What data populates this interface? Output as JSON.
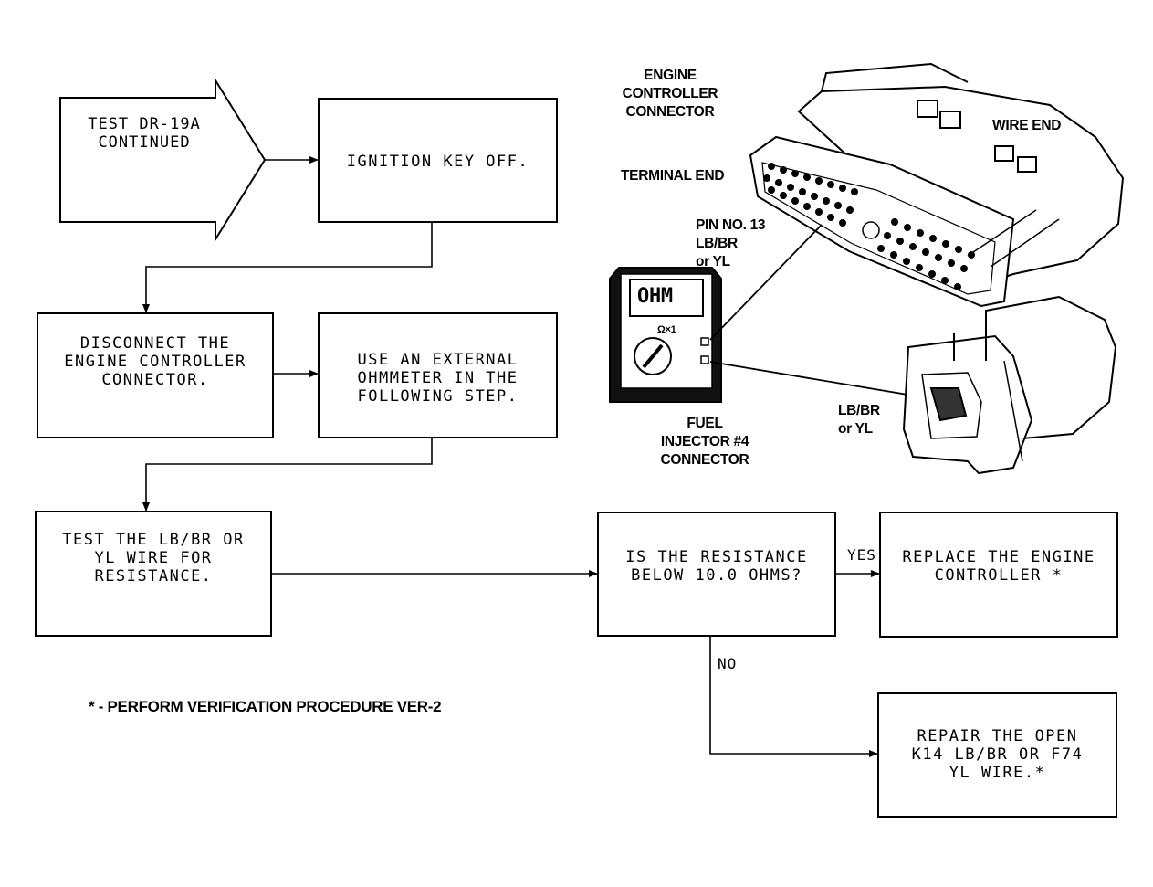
{
  "flow": {
    "start": "TEST DR-19A\nCONTINUED",
    "ignition": "IGNITION KEY OFF.",
    "disconnect": "DISCONNECT THE\nENGINE CONTROLLER\nCONNECTOR.",
    "use_ohmmeter": "USE AN EXTERNAL\nOHMMETER IN THE\nFOLLOWING STEP.",
    "test_wire": "TEST THE LB/BR OR\nYL WIRE FOR\nRESISTANCE.",
    "question": "IS THE RESISTANCE\nBELOW 10.0 OHMS?",
    "replace": "REPLACE THE ENGINE\nCONTROLLER *",
    "repair": "REPAIR THE OPEN\nK14 LB/BR OR F74\nYL WIRE.*",
    "yes": "YES",
    "no": "NO"
  },
  "note": "* - PERFORM VERIFICATION PROCEDURE VER-2",
  "illustration": {
    "engine_controller_connector": "ENGINE\nCONTROLLER\nCONNECTOR",
    "wire_end": "WIRE END",
    "terminal_end": "TERMINAL END",
    "pin_label": "PIN NO. 13\nLB/BR\nor YL",
    "meter_display": "OHM",
    "meter_range": "Ω×1",
    "lb_br_label": "LB/BR\nor YL",
    "fuel_injector_connector": "FUEL\nINJECTOR #4\nCONNECTOR"
  }
}
